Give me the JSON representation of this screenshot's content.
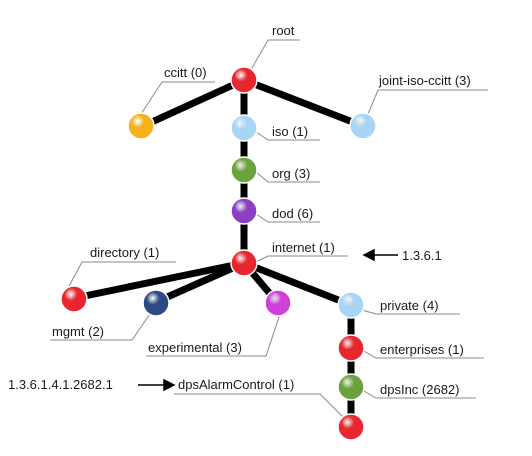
{
  "nodes": [
    {
      "id": "root",
      "label": "root",
      "color": "#e8262d"
    },
    {
      "id": "ccitt",
      "label": "ccitt (0)",
      "color": "#f5b21c"
    },
    {
      "id": "joint",
      "label": "joint-iso-ccitt (3)",
      "color": "#a8d4f5"
    },
    {
      "id": "iso",
      "label": "iso (1)",
      "color": "#a8d4f5"
    },
    {
      "id": "org",
      "label": "org (3)",
      "color": "#6aa33d"
    },
    {
      "id": "dod",
      "label": "dod (6)",
      "color": "#8b3fc2"
    },
    {
      "id": "internet",
      "label": "internet (1)",
      "color": "#e8262d"
    },
    {
      "id": "directory",
      "label": "directory (1)",
      "color": "#e8262d"
    },
    {
      "id": "mgmt",
      "label": "mgmt (2)",
      "color": "#2d4a86"
    },
    {
      "id": "experimental",
      "label": "experimental (3)",
      "color": "#cf3fd9"
    },
    {
      "id": "private",
      "label": "private (4)",
      "color": "#a8d4f5"
    },
    {
      "id": "enterprises",
      "label": "enterprises (1)",
      "color": "#e8262d"
    },
    {
      "id": "dpsinc",
      "label": "dpsInc (2682)",
      "color": "#6aa33d"
    },
    {
      "id": "dpsalarm",
      "label": "dpsAlarmControl (1)",
      "color": "#e8262d"
    }
  ],
  "annotations": {
    "internet_oid": "1.3.6.1",
    "dpsalarm_oid": "1.3.6.1.4.1.2682.1"
  }
}
